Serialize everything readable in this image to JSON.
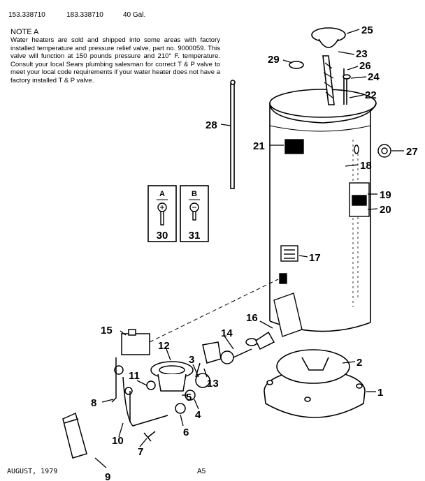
{
  "header": {
    "model_a": "153.338710",
    "model_b": "183.338710",
    "capacity": "40 Gal."
  },
  "note": {
    "heading": "NOTE A",
    "body": "Water heaters are sold and shipped into some areas with factory installed temperature and pressure relief valve, part no. 9000059. This valve will function at 150 pounds pressure and 210° F. temperature. Consult your local Sears plumbing salesman for correct T & P valve to meet your local code requirements if your water heater does not have a factory installed T & P valve."
  },
  "boxes": [
    {
      "letter": "A",
      "number": "30"
    },
    {
      "letter": "B",
      "number": "31"
    }
  ],
  "callouts": [
    "25",
    "23",
    "29",
    "26",
    "24",
    "22",
    "28",
    "21",
    "27",
    "18",
    "19",
    "20",
    "17",
    "16",
    "15",
    "14",
    "12",
    "3",
    "13",
    "2",
    "11",
    "1",
    "8",
    "5",
    "4",
    "6",
    "10",
    "7",
    "9"
  ],
  "footer": {
    "date": "AUGUST, 1979",
    "page_code": "A5"
  }
}
